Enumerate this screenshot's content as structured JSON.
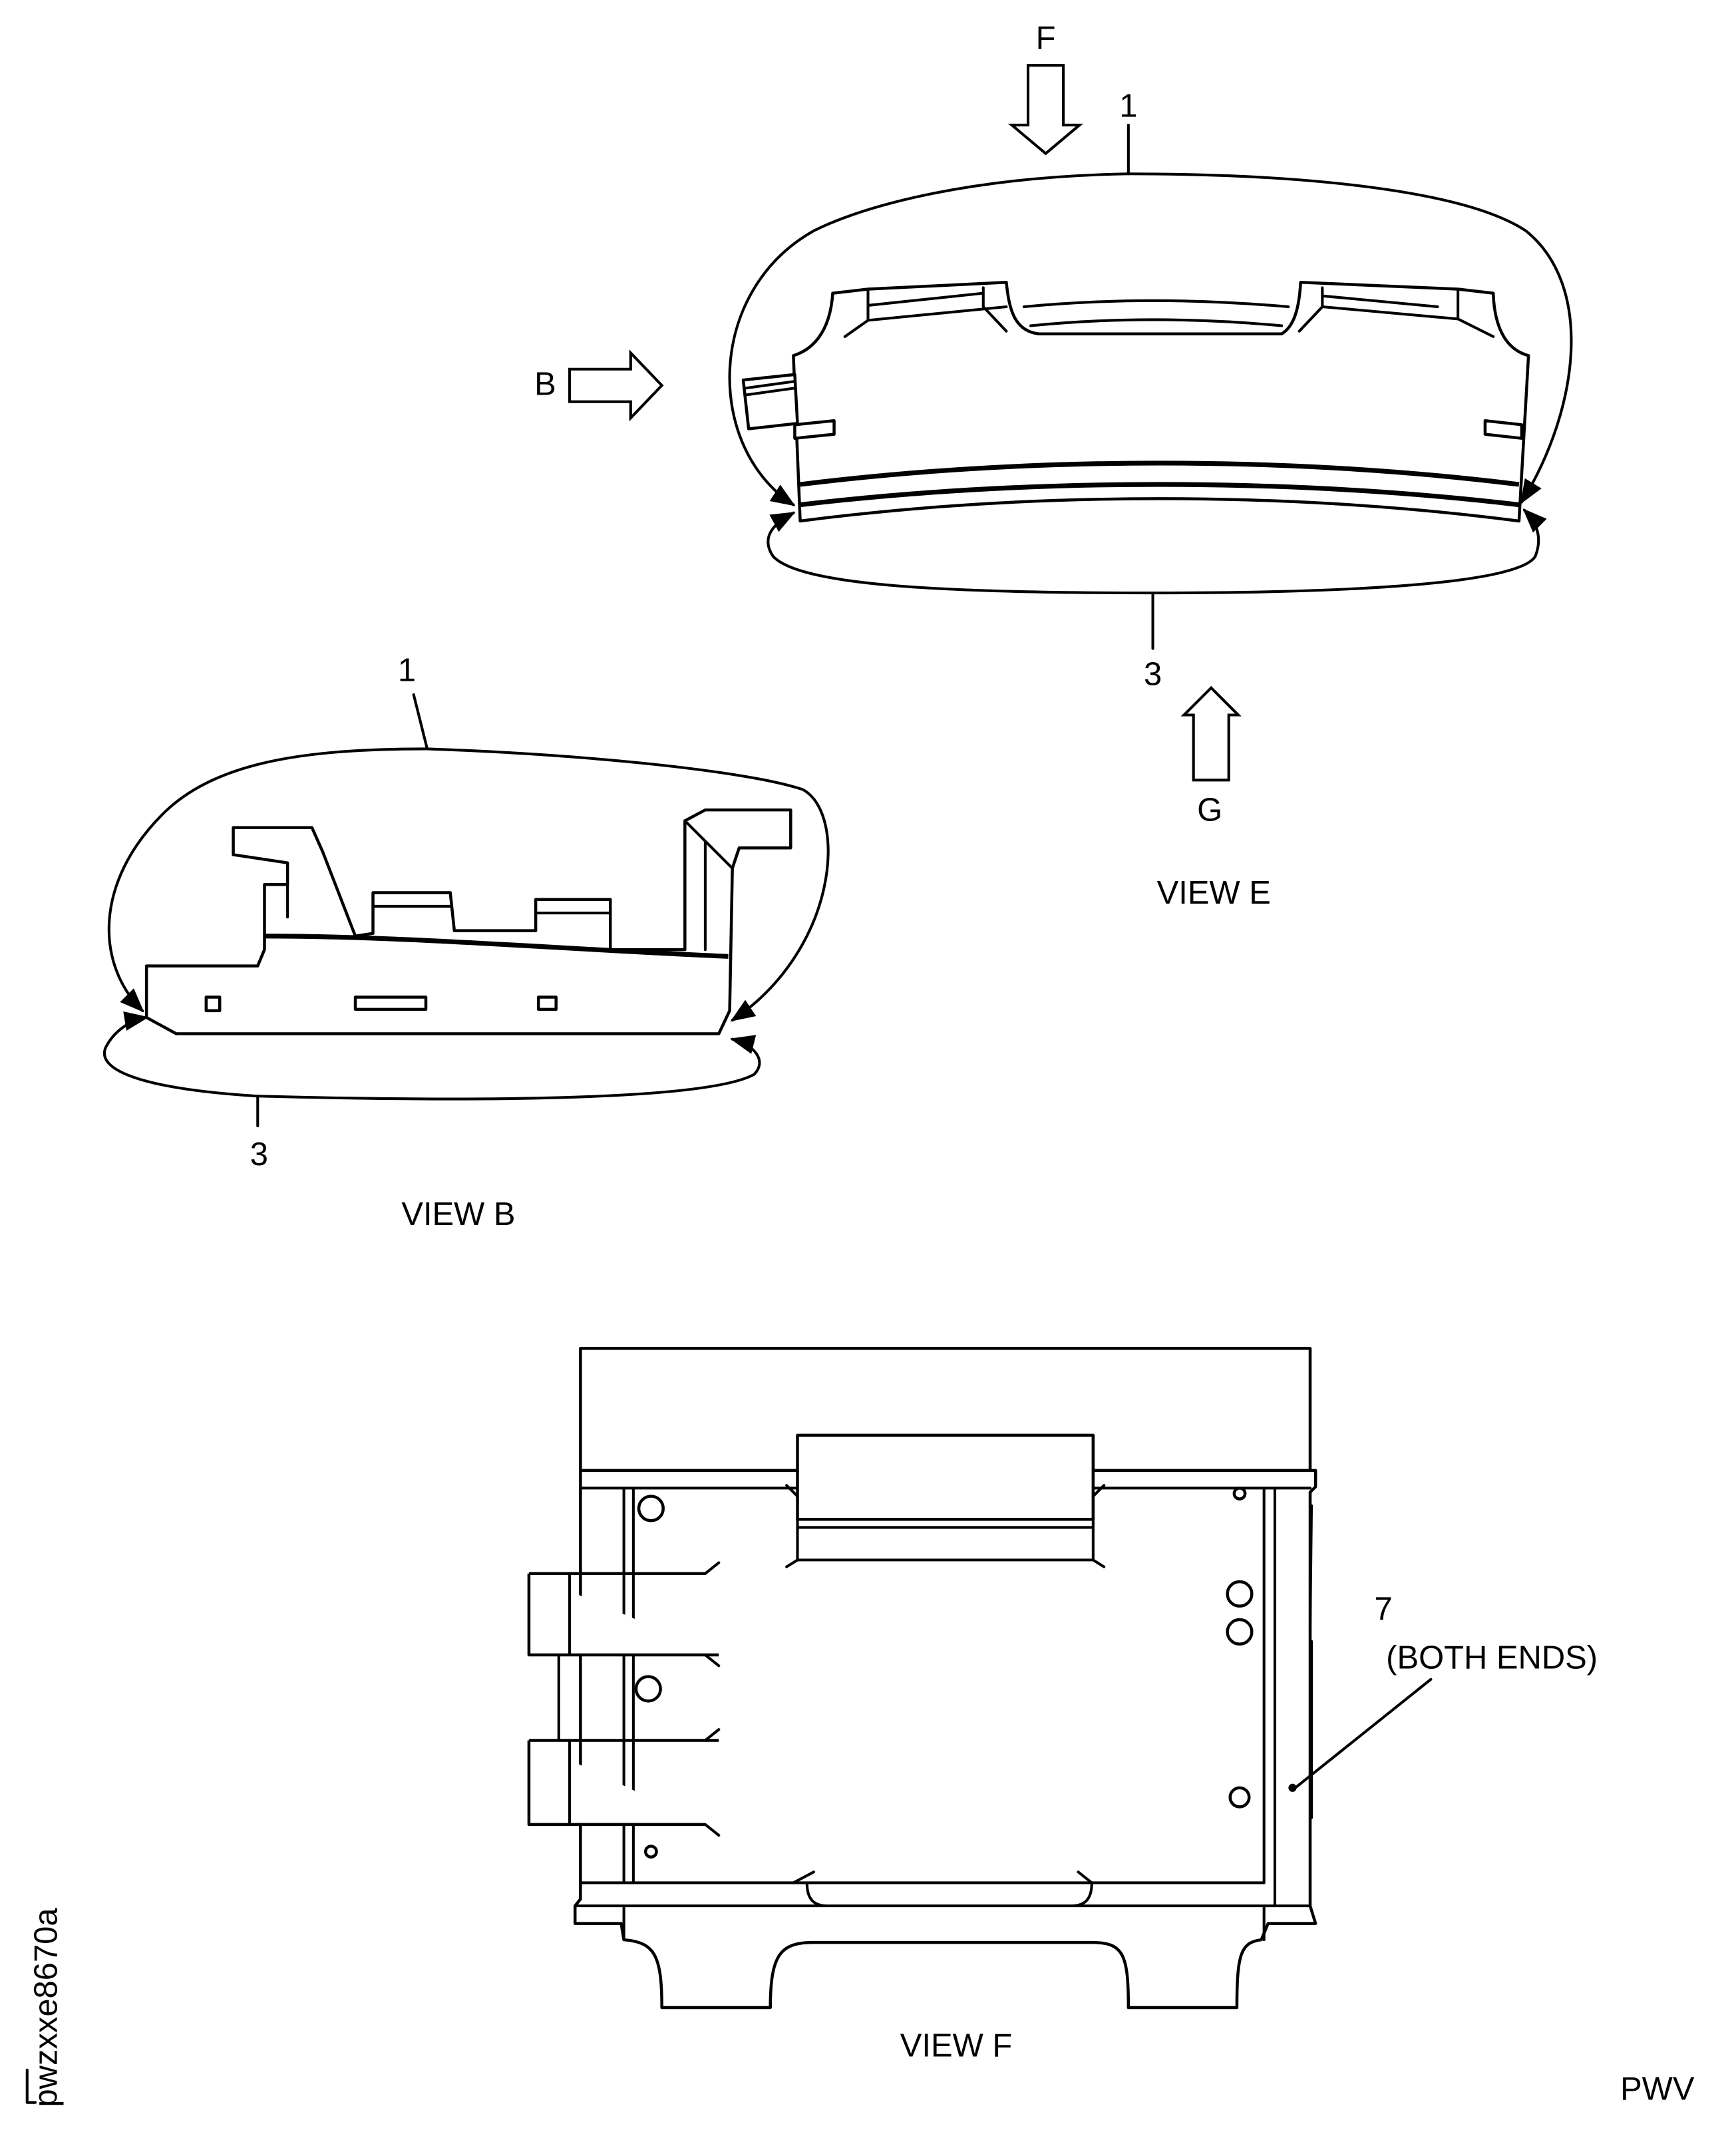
{
  "views": {
    "view_e": {
      "title": "VIEW E",
      "labels": {
        "item_top": "1",
        "item_bottom": "3",
        "arrow_f": "F",
        "arrow_b": "B",
        "arrow_g": "G"
      }
    },
    "view_b": {
      "title": "VIEW B",
      "labels": {
        "item_top": "1",
        "item_bottom": "3"
      }
    },
    "view_f": {
      "title": "VIEW F",
      "labels": {
        "item": "7",
        "item_note": "(BOTH ENDS)"
      }
    }
  },
  "footer": {
    "drawing_id": "pwzxxe8670a",
    "code": "PWV"
  }
}
